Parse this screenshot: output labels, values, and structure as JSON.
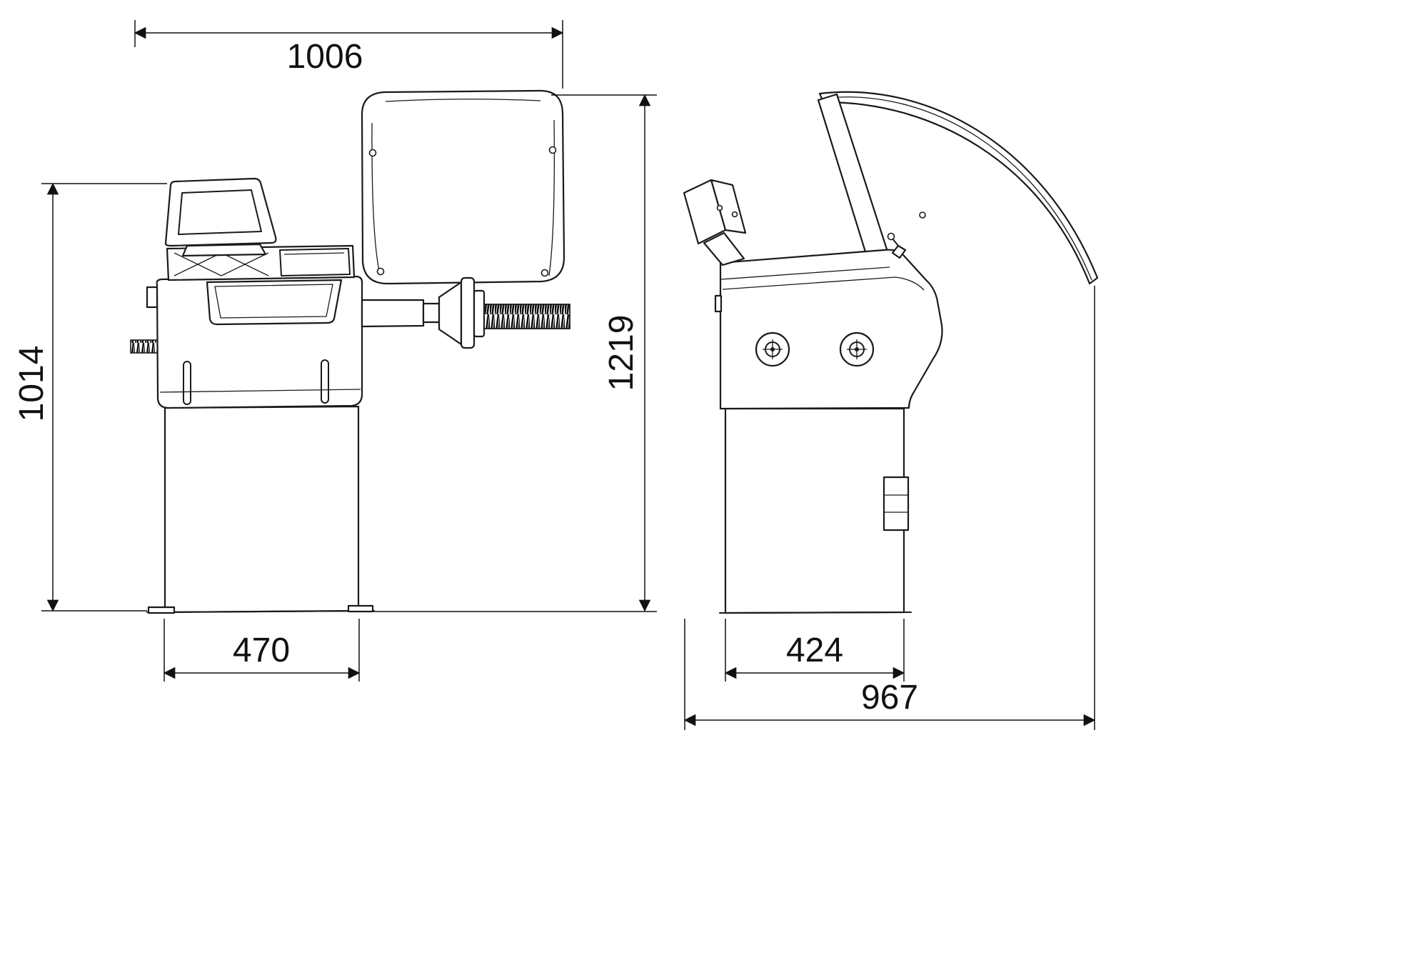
{
  "drawing": {
    "type": "technical-dimension-drawing",
    "subject": "wheel balancer machine, front and side orthographic views with overall dimensions",
    "colors": {
      "line": "#1a1a1a",
      "background": "#ffffff"
    },
    "dimensions": {
      "front_overall_width": "1006",
      "front_console_height": "1014",
      "front_overall_height": "1219",
      "front_base_width": "470",
      "side_base_depth": "424",
      "side_overall_depth": "967"
    }
  }
}
